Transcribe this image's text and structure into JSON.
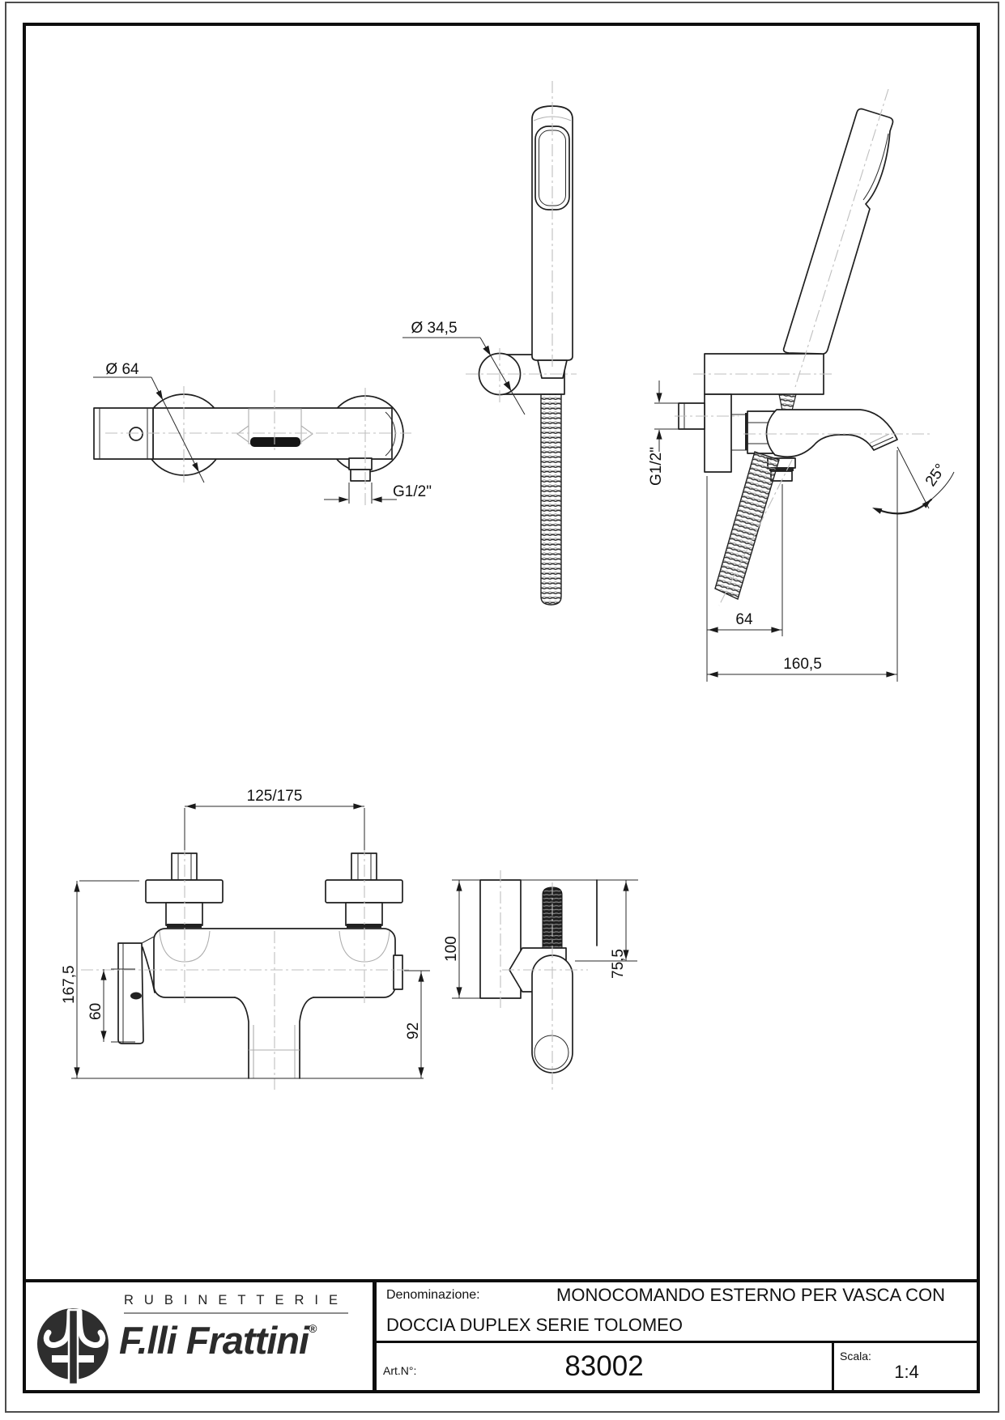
{
  "drawing": {
    "labels": {
      "dia64": "Ø 64",
      "g12_outlet": "G1/2\"",
      "dia345": "Ø 34,5",
      "g12_wall": "G1/2\"",
      "angle25": "25°",
      "off64": "64",
      "depth1605": "160,5",
      "centers": "125/175",
      "h1675": "167,5",
      "h60": "60",
      "h92": "92",
      "h100": "100",
      "h755": "75,5"
    }
  },
  "title_block": {
    "brand_top": "RUBINETTERIE",
    "brand_main": "F.lli Frattini",
    "registered": "®",
    "denominazione_label": "Denominazione:",
    "denominazione_value_line1": "MONOCOMANDO ESTERNO PER VASCA CON",
    "denominazione_value_line2": "DOCCIA DUPLEX SERIE TOLOMEO",
    "art_label": "Art.N°:",
    "art_value": "83002",
    "scala_label": "Scala:",
    "scala_value": "1:4"
  }
}
